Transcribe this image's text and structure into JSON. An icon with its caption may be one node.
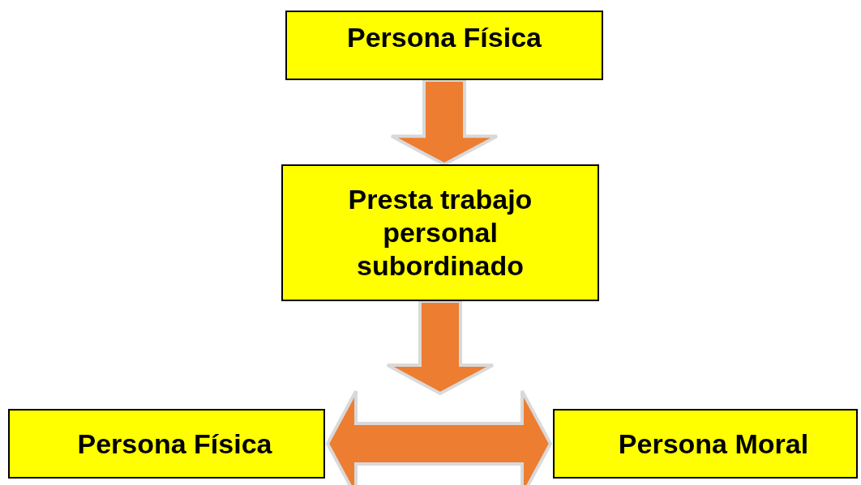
{
  "diagram": {
    "nodes": [
      {
        "text": [
          "Persona Física"
        ]
      },
      {
        "text": [
          "Presta trabajo personal subordinado"
        ]
      },
      {
        "text": [
          "Persona Física"
        ]
      },
      {
        "text": [
          "Persona Moral"
        ]
      }
    ],
    "edges": [
      {
        "from": 0,
        "to": 1,
        "arrow": "to"
      },
      {
        "from": 1,
        "to": null,
        "arrow": "to"
      },
      {
        "from": 2,
        "to": 3,
        "arrow": "both"
      }
    ]
  }
}
